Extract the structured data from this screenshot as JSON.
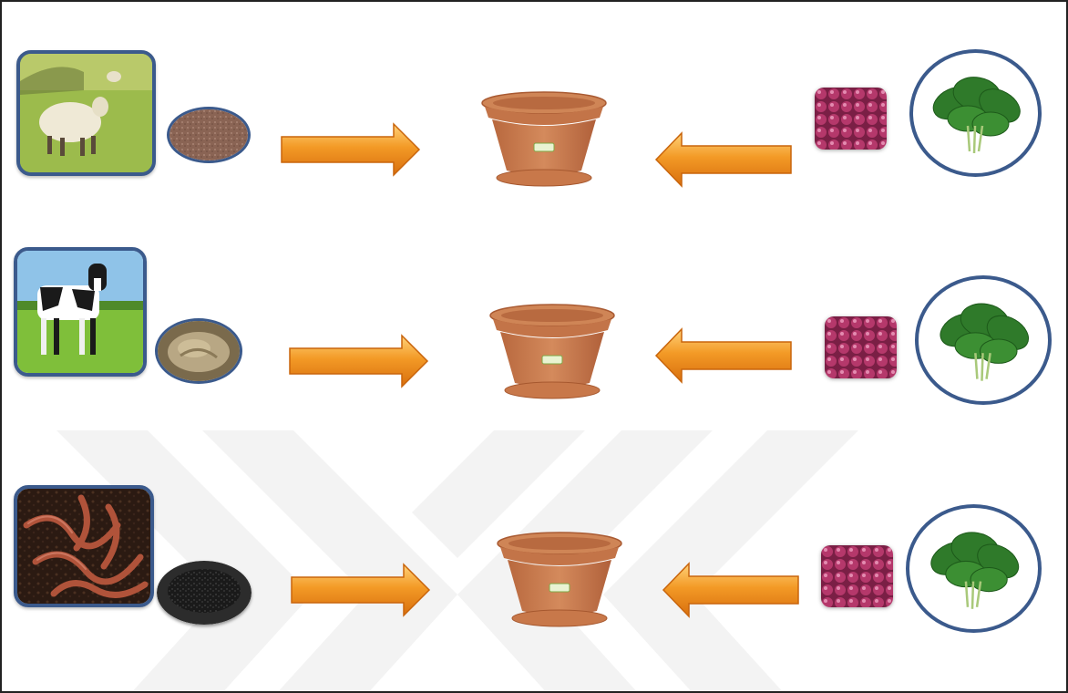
{
  "colors": {
    "frame_border": "#3b5a8c",
    "arrow_fill": "#f0921e",
    "arrow_highlight": "#ffd27a",
    "pot": "#c9774a",
    "seeds": "#a3305e",
    "spinach": "#2f7a2a",
    "watermark": "#f2f2f2"
  },
  "rows": [
    {
      "source": "sheep",
      "fertilizer": "sheep-manure",
      "arrow_left": "right-arrow",
      "pot": "flower-pot",
      "arrow_right": "left-arrow",
      "seed": "seed-tray",
      "plant": "spinach"
    },
    {
      "source": "cow",
      "fertilizer": "cow-manure",
      "arrow_left": "right-arrow",
      "pot": "flower-pot",
      "arrow_right": "left-arrow",
      "seed": "seed-tray",
      "plant": "spinach"
    },
    {
      "source": "earthworms",
      "fertilizer": "vermicompost",
      "arrow_left": "right-arrow",
      "pot": "flower-pot",
      "arrow_right": "left-arrow",
      "seed": "seed-tray",
      "plant": "spinach"
    }
  ]
}
